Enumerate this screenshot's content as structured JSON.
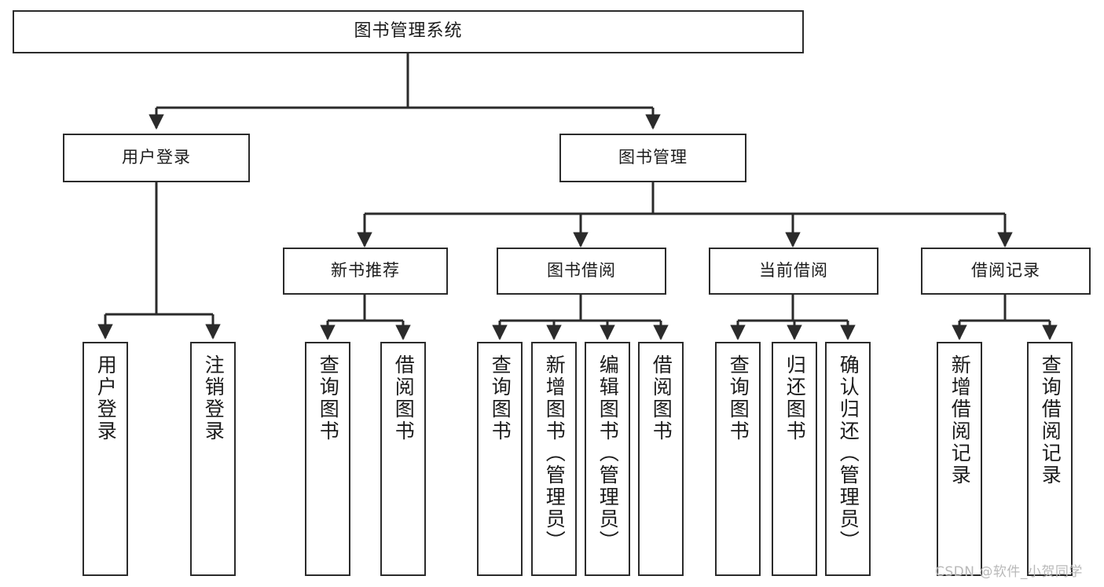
{
  "diagram": {
    "title": "图书管理系统",
    "type": "hierarchy-tree",
    "colors": {
      "box_border": "#2b2b2b",
      "box_fill": "#ffffff",
      "edge": "#2b2b2b",
      "text": "#1b1b1b",
      "watermark": "#b9b9b9"
    },
    "watermark": "CSDN @软件_小贺同学"
  },
  "nodes": {
    "root": {
      "label": "图书管理系统"
    },
    "level2": [
      {
        "label": "用户登录"
      },
      {
        "label": "图书管理"
      }
    ],
    "level3": [
      {
        "label": "新书推荐"
      },
      {
        "label": "图书借阅"
      },
      {
        "label": "当前借阅"
      },
      {
        "label": "借阅记录"
      }
    ],
    "leaves": {
      "user_login": [
        {
          "label": "用户登录"
        },
        {
          "label": "注销登录"
        }
      ],
      "new_book": [
        {
          "label": "查询图书"
        },
        {
          "label": "借阅图书"
        }
      ],
      "book_borrow": [
        {
          "label": "查询图书"
        },
        {
          "label": "新增图书（管理员）"
        },
        {
          "label": "编辑图书（管理员）"
        },
        {
          "label": "借阅图书"
        }
      ],
      "current_borrow": [
        {
          "label": "查询图书"
        },
        {
          "label": "归还图书"
        },
        {
          "label": "确认归还（管理员）"
        }
      ],
      "borrow_record": [
        {
          "label": "新增借阅记录"
        },
        {
          "label": "查询借阅记录"
        }
      ]
    }
  }
}
